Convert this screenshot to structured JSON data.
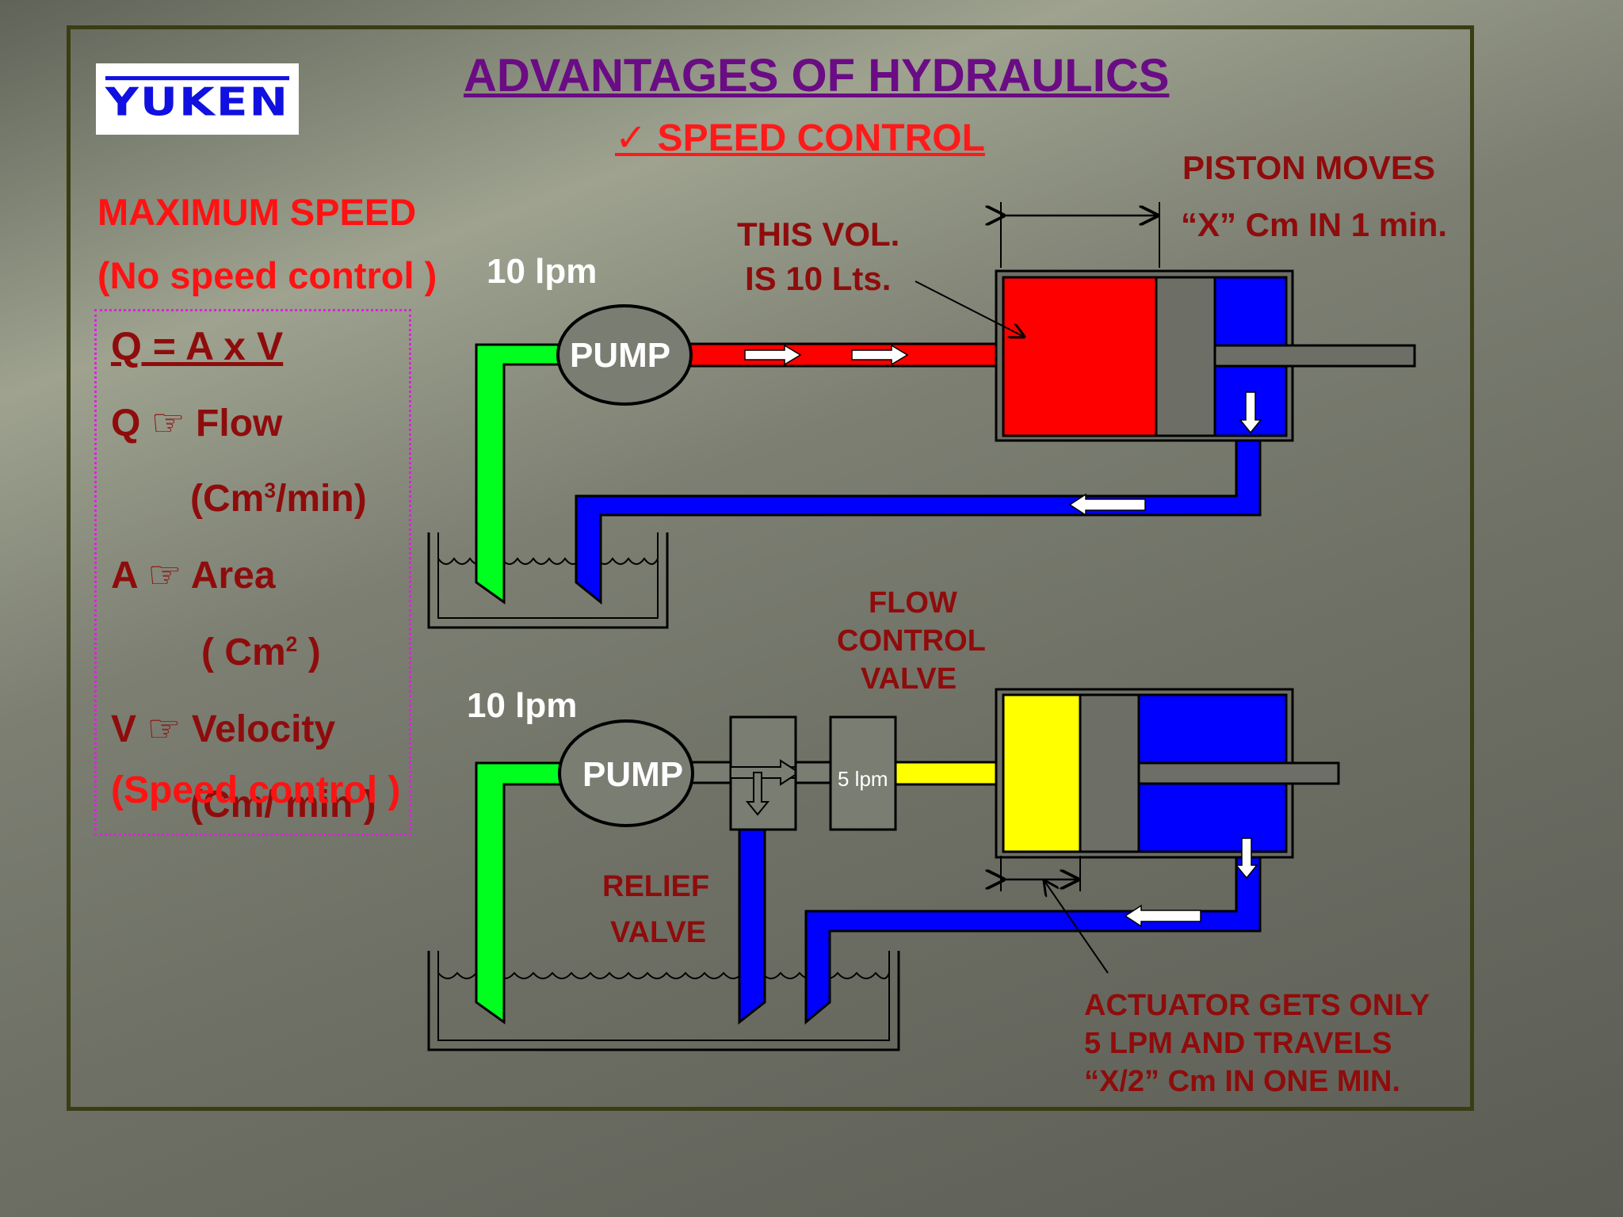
{
  "logo": {
    "text": "YUKEN"
  },
  "title": "ADVANTAGES OF HYDRAULICS",
  "subtitle": "✓ SPEED  CONTROL",
  "left_panel": {
    "max_speed": "MAXIMUM SPEED",
    "no_speed_control": "(No speed control )",
    "formula": "Q = A x V",
    "q_line": "Q ☞  Flow",
    "q_unit_base": "(Cm",
    "q_unit_sup": "3",
    "q_unit_tail": "/min)",
    "a_line": "A ☞  Area",
    "a_unit_base": "( Cm",
    "a_unit_sup": "2",
    "a_unit_tail": " )",
    "v_line": "V ☞  Velocity",
    "v_unit": "(Cm/ min )",
    "speed_control": "(Speed control )"
  },
  "top_circuit": {
    "flow_rate": "10 lpm",
    "pump_label": "PUMP",
    "volume_note_line1": "THIS VOL.",
    "volume_note_line2": "IS 10 Lts.",
    "piston_note_line1": "PISTON MOVES",
    "piston_note_line2": "“X” Cm IN 1 min."
  },
  "bottom_circuit": {
    "flow_rate": "10 lpm",
    "pump_label": "PUMP",
    "fcv_line1": "FLOW",
    "fcv_line2": "CONTROL",
    "fcv_line3": "VALVE",
    "fcv_output": "5 lpm",
    "relief_line1": "RELIEF",
    "relief_line2": "VALVE",
    "actuator_line1": "ACTUATOR GETS ONLY",
    "actuator_line2": "5 LPM AND TRAVELS",
    "actuator_line3": "“X/2” Cm IN ONE MIN."
  },
  "colors": {
    "pressure_line": "#ff0000",
    "return_line": "#0000ff",
    "suction_line": "#00ff1e",
    "metered_line": "#ffff00",
    "title": "#6a0c84",
    "label_red": "#ff1212",
    "label_maroon": "#8f0c0c"
  }
}
